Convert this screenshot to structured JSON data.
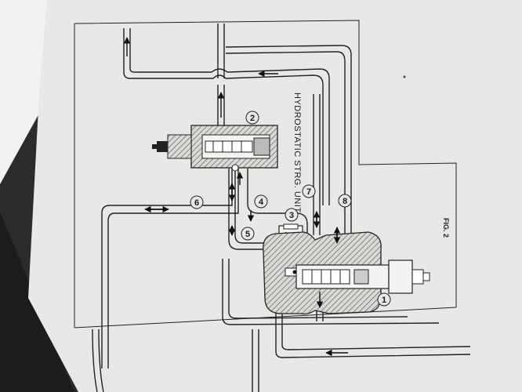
{
  "diagram": {
    "title": "HYDROSTATIC STRG. UNIT",
    "figure_label": "FIG. 2",
    "callouts": [
      "1",
      "2",
      "3",
      "4",
      "5",
      "6",
      "7",
      "8"
    ]
  },
  "colors": {
    "paper": "#e7e9e6",
    "line": "#222222",
    "hatch": "#555555",
    "background": "#2b2b2b"
  }
}
